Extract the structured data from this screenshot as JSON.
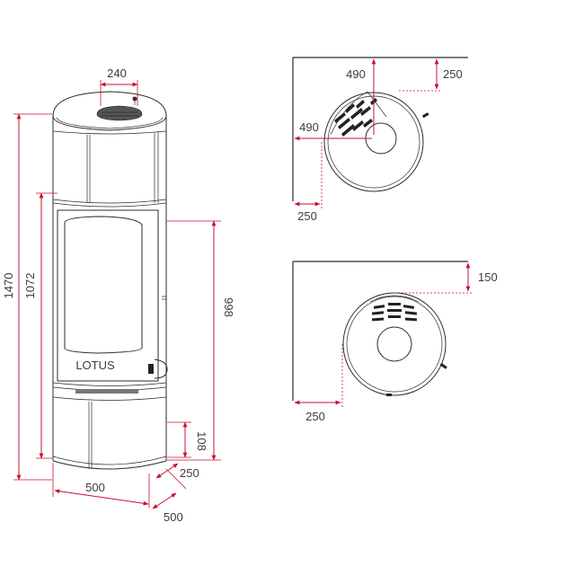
{
  "front_view": {
    "dim_top_width": "240",
    "dim_total_height": "1470",
    "dim_door_height": "1072",
    "dim_side_height": "998",
    "dim_foot_height": "108",
    "dim_depth": "250",
    "dim_width": "500",
    "dim_width_diagonal": "500",
    "brand_mark": "LOTUS"
  },
  "corner_view": {
    "dim_top_offset": "490",
    "dim_top_clearance": "250",
    "dim_left_offset": "490",
    "dim_left_clearance": "250"
  },
  "wall_view": {
    "dim_back_clearance": "150",
    "dim_side_clearance": "250"
  },
  "colors": {
    "dimension": "#c8102e",
    "outline": "#2b2b2b"
  }
}
